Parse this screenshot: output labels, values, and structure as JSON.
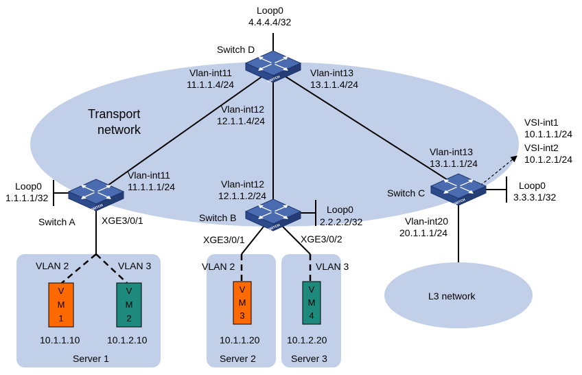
{
  "colors": {
    "cloud": "#c2cfe8",
    "server_box": "#c2cfe8",
    "switch_top": "#4a6bb0",
    "switch_side": "#2d4a8a",
    "vm_orange": "#ff6a00",
    "vm_teal": "#1e8a7e",
    "line": "#000000"
  },
  "clouds": {
    "transport": [
      "Transport",
      "network"
    ],
    "l3": "L3 network"
  },
  "switches": {
    "d": {
      "name": "Switch D",
      "icon_text": "SWITCH"
    },
    "a": {
      "name": "Switch A",
      "icon_text": "SWITCH"
    },
    "b": {
      "name": "Switch B",
      "icon_text": "SWITCH"
    },
    "c": {
      "name": "Switch C",
      "icon_text": "SWITCH"
    }
  },
  "labels": {
    "d_loop": [
      "Loop0",
      "4.4.4.4/32"
    ],
    "d_vlan11": [
      "Vlan-int11",
      "11.1.1.4/24"
    ],
    "d_vlan13": [
      "Vlan-int13",
      "13.1.1.4/24"
    ],
    "d_vlan12": [
      "Vlan-int12",
      "12.1.1.4/24"
    ],
    "a_loop": [
      "Loop0",
      "1.1.1.1/32"
    ],
    "a_vlan11": [
      "Vlan-int11",
      "11.1.1.1/24"
    ],
    "a_xge": "XGE3/0/1",
    "b_vlan12": [
      "Vlan-int12",
      "12.1.1.2/24"
    ],
    "b_loop": [
      "Loop0",
      "2.2.2.2/32"
    ],
    "b_xge1": "XGE3/0/1",
    "b_xge2": "XGE3/0/2",
    "c_vlan13": [
      "Vlan-int13",
      "13.1.1.1/24"
    ],
    "c_vsi": [
      "VSI-int1",
      "10.1.1.1/24",
      "VSI-int2",
      "10.1.2.1/24"
    ],
    "c_loop": [
      "Loop0",
      "3.3.3.1/32"
    ],
    "c_vlan20": [
      "Vlan-int20",
      "20.1.1.1/24"
    ]
  },
  "servers": [
    {
      "name": "Server 1",
      "vlans": [
        "VLAN 2",
        "VLAN 3"
      ]
    },
    {
      "name": "Server 2",
      "vlans": [
        "VLAN 2"
      ]
    },
    {
      "name": "Server 3",
      "vlans": [
        "VLAN 3"
      ]
    }
  ],
  "vms": [
    {
      "letters": [
        "V",
        "M",
        "1"
      ],
      "ip": "10.1.1.10"
    },
    {
      "letters": [
        "V",
        "M",
        "2"
      ],
      "ip": "10.1.2.10"
    },
    {
      "letters": [
        "V",
        "M",
        "3"
      ],
      "ip": "10.1.1.20"
    },
    {
      "letters": [
        "V",
        "M",
        "4"
      ],
      "ip": "10.1.2.20"
    }
  ]
}
